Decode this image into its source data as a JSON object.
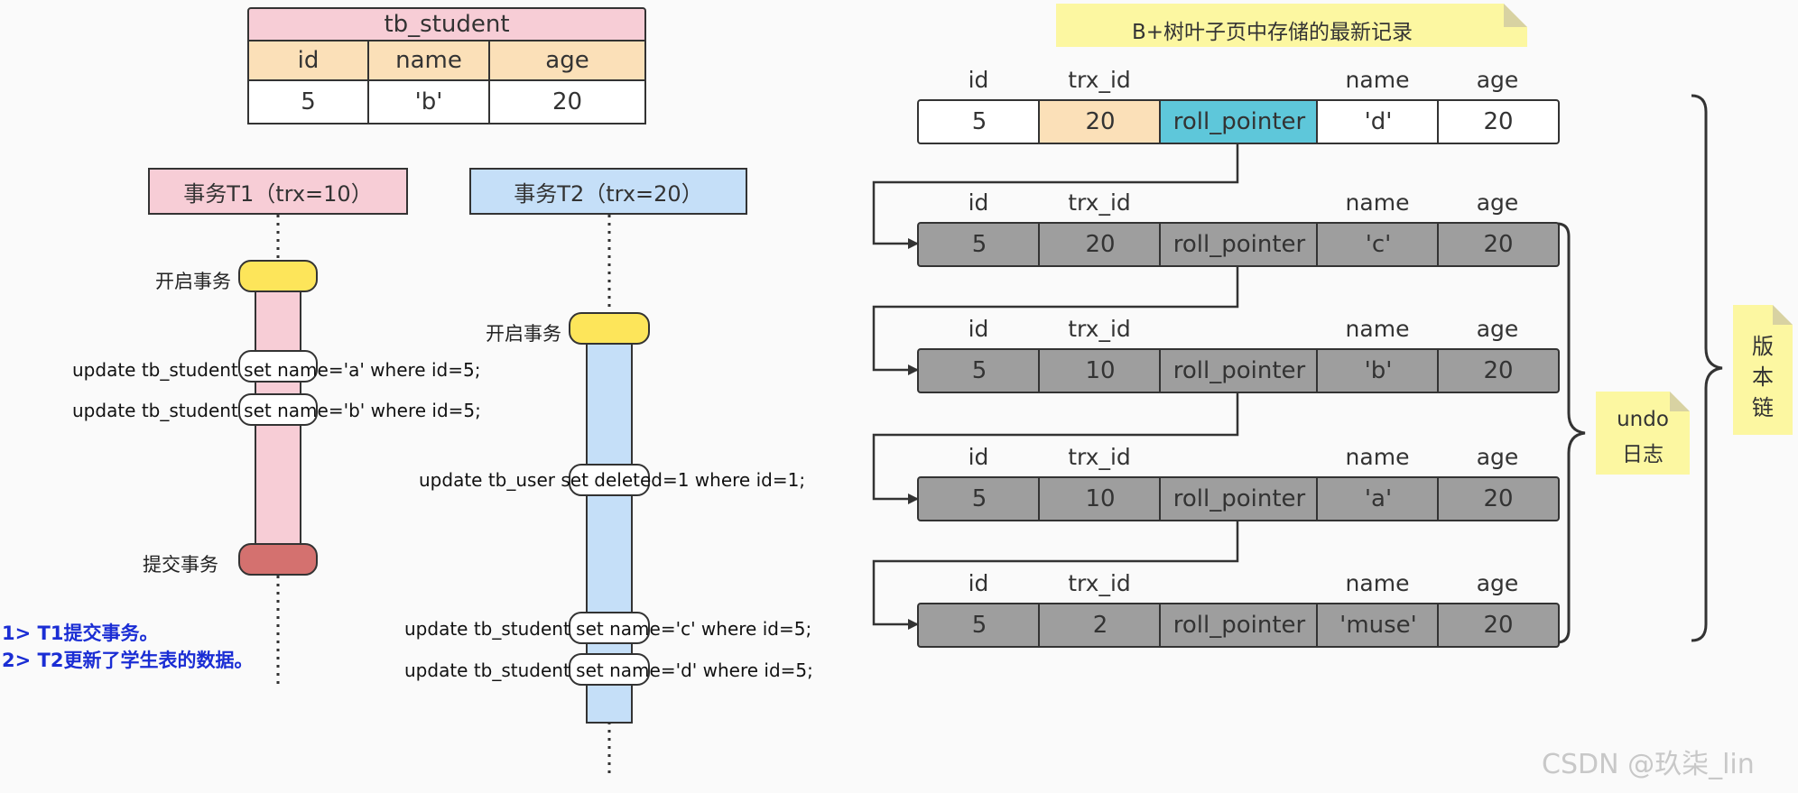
{
  "student_table": {
    "title": "tb_student",
    "headers": [
      "id",
      "name",
      "age"
    ],
    "row": [
      "5",
      "'b'",
      "20"
    ]
  },
  "t1": {
    "title": "事务T1（trx=10）",
    "begin": "开启事务",
    "sql1": "update tb_student set name='a' where id=5;",
    "sql2": "update tb_student set name='b' where id=5;",
    "commit": "提交事务"
  },
  "t2": {
    "title": "事务T2（trx=20）",
    "begin": "开启事务",
    "sql1": "update tb_user set deleted=1 where id=1;",
    "sql2": "update tb_student set name='c' where id=5;",
    "sql3": "update tb_student set name='d' where id=5;"
  },
  "notes": {
    "line1": "1> T1提交事务。",
    "line2": "2> T2更新了学生表的数据。"
  },
  "leaf_note": "B+树叶子页中存储的最新记录",
  "record_headers": [
    "id",
    "trx_id",
    "",
    "name",
    "age"
  ],
  "records": [
    [
      "5",
      "20",
      "roll_pointer",
      "'d'",
      "20"
    ],
    [
      "5",
      "20",
      "roll_pointer",
      "'c'",
      "20"
    ],
    [
      "5",
      "10",
      "roll_pointer",
      "'b'",
      "20"
    ],
    [
      "5",
      "10",
      "roll_pointer",
      "'a'",
      "20"
    ],
    [
      "5",
      "2",
      "roll_pointer",
      "'muse'",
      "20"
    ]
  ],
  "undo_label": [
    "undo",
    "日志"
  ],
  "version_chain_label": [
    "版",
    "本",
    "链"
  ],
  "watermark": "CSDN @玖柒_lin",
  "colors": {
    "table_title": "#f7cdd6",
    "table_header": "#fbe0b8",
    "t1": "#f7cdd6",
    "t2": "#c5dff8",
    "begin": "#fde55a",
    "commit": "#d4716f",
    "trx_latest": "#fbe0b8",
    "roll_latest": "#5ec7da",
    "undo_cell": "#9e9e9e",
    "note_blue": "#1a2dd4",
    "sticky": "#fcf7a1"
  }
}
